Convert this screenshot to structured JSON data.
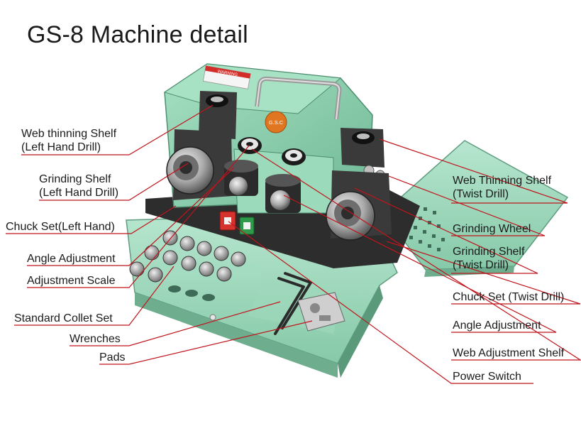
{
  "title": "GS-8 Machine detail",
  "machine": {
    "warning_text": "WARNING",
    "badge_text": "G.S.C"
  },
  "colors": {
    "body_green": "#8ed4b4",
    "body_dark": "#5aa383",
    "leader_line": "#c0141c",
    "red_button": "#d7332e",
    "green_button": "#2e9a4a"
  },
  "labels": {
    "web_thinning_left": {
      "line1": "Web thinning Shelf",
      "line2": "(Left Hand Drill)"
    },
    "grinding_shelf_left": {
      "line1": "Grinding Shelf",
      "line2": "(Left Hand Drill)"
    },
    "chuck_set_left": {
      "line1": "Chuck Set(Left Hand)"
    },
    "angle_adjustment_left": {
      "line1": "Angle Adjustment"
    },
    "adjustment_scale": {
      "line1": "Adjustment Scale"
    },
    "standard_collet_set": {
      "line1": "Standard Collet Set"
    },
    "wrenches": {
      "line1": "Wrenches"
    },
    "pads": {
      "line1": "Pads"
    },
    "web_thinning_twist": {
      "line1": "Web Thinning Shelf",
      "line2": "(Twist Drill)"
    },
    "grinding_wheel": {
      "line1": "Grinding Wheel"
    },
    "grinding_shelf_twist": {
      "line1": "Grinding Shelf",
      "line2": "(Twist Drill)"
    },
    "chuck_set_twist": {
      "line1": "Chuck Set (Twist Drill)"
    },
    "angle_adjustment_right": {
      "line1": "Angle Adjustment"
    },
    "web_adjustment_shelf": {
      "line1": "Web Adjustment Shelf"
    },
    "power_switch": {
      "line1": "Power Switch"
    }
  }
}
